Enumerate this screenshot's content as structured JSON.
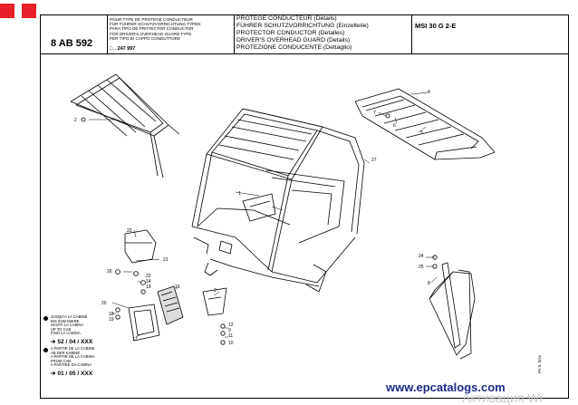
{
  "reference": "8 AB 592",
  "applicability": [
    "POUR TYPE DE PROTEGE CONDUCTEUR",
    "FÜR FÜHRER SCHUTZVORRICHTUNG TYPEN",
    "PARA TIPO DE PROTECTOR CONDUCTOR",
    "FOR DRIVER'S OVERHEAD GUARD TYPE",
    "PER TIPO DI CAPPO CONDUTTORE"
  ],
  "part_code": "247 997",
  "titles": [
    "PROTEGE CONDUCTEUR (Détails)",
    "FÜHRER SCHUTZVORRICHTUNG (Einzelteile)",
    "PROTECTOR CONDUCTOR (Detalles)",
    "DRIVER'S OVERHEAD GUARD (Details)",
    "PROTEZIONE CONDUCENTE (Dettaglio)"
  ],
  "model": "MSI 30 G 2-E",
  "legend_top": [
    "JUSQU'A LA CABINE",
    "BIS ZUM MIKRE",
    "HASTA LA CABINA",
    "UP TO CAB",
    "FINO LA CABINA"
  ],
  "code_top": "52 / 04 / XXX",
  "legend_bottom": [
    "A PARTIR DE LA CABINE",
    "AB DER KABINE",
    "A PARTIR DE LA CABINA",
    "FROM CAB",
    "A PARTIRE DA CABINA"
  ],
  "code_bottom": "01 / 05 / XXX",
  "callouts": [
    "1",
    "2",
    "3",
    "4",
    "5",
    "6",
    "7",
    "8",
    "9",
    "10",
    "11",
    "12",
    "13",
    "14",
    "16",
    "17",
    "18",
    "19",
    "20",
    "21",
    "22",
    "23",
    "24",
    "25",
    "26",
    "27"
  ],
  "watermark": "www.epcatalogs.com",
  "overlay_text": "Активация Wi",
  "side_code": "PA 9, 5/xx"
}
